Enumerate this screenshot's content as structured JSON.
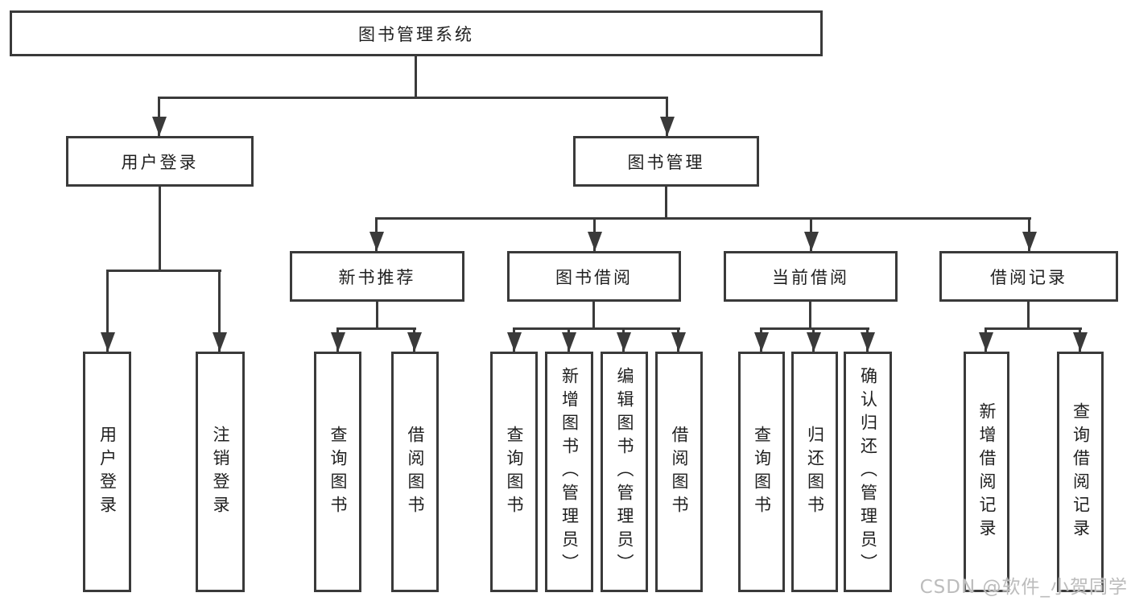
{
  "diagram_title": "图书管理系统",
  "colors": {
    "line": "#3a3a3a",
    "text": "#1f1f1f",
    "watermark": "#bcbcbc",
    "background": "#ffffff"
  },
  "nodes": {
    "root": "图书管理系统",
    "user_login": "用户登录",
    "book_mgmt": "图书管理",
    "new_book_rec": "新书推荐",
    "book_borrow": "图书借阅",
    "current_borrow": "当前借阅",
    "borrow_records": "借阅记录",
    "user_login_leaf": "用户登录",
    "logout_leaf": "注销登录",
    "query_book_rec": "查询图书",
    "borrow_book_rec": "借阅图书",
    "query_book_borrow": "查询图书",
    "add_book": "新增图书（管理员）",
    "edit_book": "编辑图书（管理员）",
    "borrow_book_borrow": "借阅图书",
    "query_book_current": "查询图书",
    "return_book": "归还图书",
    "confirm_return": "确认归还（管理员）",
    "add_borrow_record": "新增借阅记录",
    "query_borrow_record": "查询借阅记录"
  },
  "watermark": "CSDN @软件_小贺同学"
}
